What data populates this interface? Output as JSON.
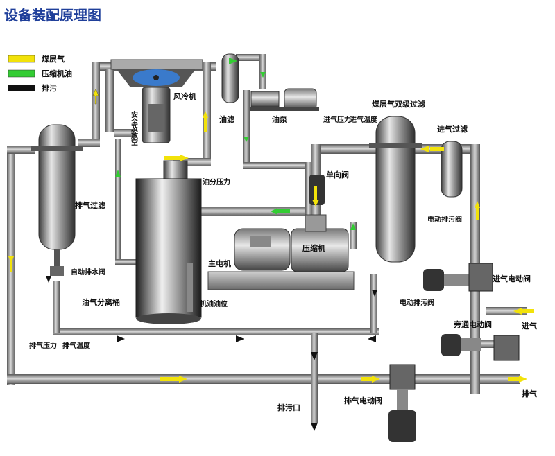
{
  "title": "设备装配原理图",
  "legend": [
    {
      "label": "煤层气",
      "color": "#f2e20a"
    },
    {
      "label": "压缩机油",
      "color": "#33cc33"
    },
    {
      "label": "排污",
      "color": "#111111"
    }
  ],
  "labels": {
    "fan_cooler": "风冷机",
    "oil_filter": "油滤",
    "oil_pump": "油泵",
    "safety_valve": "安全及放空",
    "exhaust_filter": "排气过滤",
    "check_valve": "单向阀",
    "oil_pressure": "油分压力",
    "inlet_pressure": "进气压力",
    "inlet_temp": "进气温度",
    "dual_filter": "煤层气双级过滤",
    "inlet_filter": "进气过滤",
    "elec_drain_1": "电动排污阀",
    "compressor": "压缩机",
    "main_motor": "主电机",
    "auto_drain": "自动排水阀",
    "oil_separator": "油气分离桶",
    "oil_level": "机油油位",
    "elec_drain_2": "电动排污阀",
    "inlet_valve": "进气电动阀",
    "inlet": "进气",
    "bypass_valve": "旁通电动阀",
    "outlet_pressure": "排气压力",
    "outlet_temp": "排气温度",
    "drain_outlet": "排污口",
    "outlet_valve": "排气电动阀",
    "outlet": "排气"
  }
}
